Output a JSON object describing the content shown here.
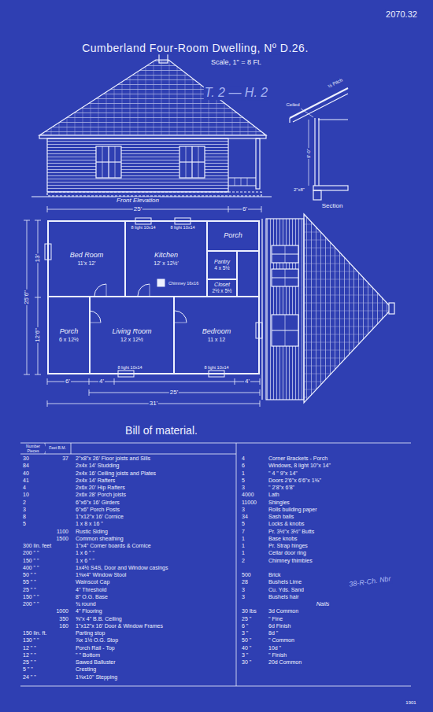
{
  "diagram": {
    "title": "Cumberland Four-Room Dwelling, Nº D.26.",
    "nodes": [
      {
        "text": [
          "Bed Room",
          "11'x 12'"
        ]
      },
      {
        "text": [
          "Kitchen",
          "12' x 12½'"
        ]
      },
      {
        "text": [
          "Porch"
        ]
      },
      {
        "text": [
          "Pantry",
          "4 x 5½"
        ]
      },
      {
        "text": [
          "Closet",
          "2½ x 5½"
        ]
      },
      {
        "text": [
          "Porch",
          "6 x 12½"
        ]
      },
      {
        "text": [
          "Living Room",
          "12 x 12½"
        ]
      },
      {
        "text": [
          "Bedroom",
          "11 x 12"
        ]
      }
    ],
    "labels": [
      "2070.32",
      "T. 2 — H. 2",
      "Scale, 1\" = 8 Ft.",
      "Front Elevation",
      "25'",
      "6'",
      "⅓ Pitch",
      "Ceiled",
      "9'-0\"",
      "2\"x8\"",
      "Section",
      "8 light 10x14",
      "8 light 10x14",
      "Chimney 16x16",
      "8 light 10x14",
      "8 light 10x14",
      "13'",
      "12'6\"",
      "25'6\"",
      "6'",
      "4'",
      "4'",
      "25'",
      "31'",
      "Bill of material.",
      "Number Pieces",
      "Feet B.M.",
      "30",
      "37",
      "2\"x8\"x 26' Floor joists and Sills",
      "84",
      "2x4x 14' Studding",
      "40",
      "2x4x 16' Ceiling joists and Plates",
      "41",
      "2x4x 14' Rafters",
      "4",
      "2x6x 20' Hip Rafters",
      "10",
      "2x6x 28' Porch joists",
      "2",
      "6\"x6\"x 16' Girders",
      "3",
      "6\"x6\" Porch Posts",
      "8",
      "1\"x12\"x 16' Cornice",
      "5",
      "1 x 8 x 16 \"",
      "1100",
      "Rustic Siding",
      "1500",
      "Common sheathing",
      "300 lin. feet",
      "1\"x4\" Corner boards & Cornice",
      "200 \" \"",
      "1 x 6 \" \"",
      "150 \" \"",
      "1 x 6 \" \"",
      "400 \" \"",
      "1x4½ S4S, Door and Window casings",
      "50 \" \"",
      "1⅜x4\" Window Stool",
      "55 \" \"",
      "Wainscot Cap",
      "25 \" \"",
      "4\" Threshold",
      "150 \" \"",
      "8\" O.G. Base",
      "200 \" \"",
      "¾ round",
      "1000",
      "4\" Flooring",
      "350",
      "⅝\"x 4\" B.B. Ceiling",
      "160",
      "1\"x12\"x 16' Door & Window Frames",
      "150 lin. ft.",
      "Parting stop",
      "130 \" \"",
      "⅞x 1½ O.G. Stop",
      "12 \" \"",
      "Porch Rail - Top",
      "12 \" \"",
      "\" \" Bottom",
      "25 \" \"",
      "Sawed Balluster",
      "5 \" \"",
      "Cresting",
      "24 \" \"",
      "1⅜x10\" Stepping",
      "4",
      "Corner Brackets - Porch",
      "6",
      "Windows, 8 light 10\"x 14\"",
      "1",
      "\" 4 \" 9\"x 14\"",
      "5",
      "Doors 2'6\"x 6'6\"x 1⅜\"",
      "3",
      "\" 2'8\"x 6'8\"",
      "4000",
      "Lath",
      "11000",
      "Shingles",
      "3",
      "Rolls building paper",
      "34",
      "Sash balls",
      "5",
      "Locks & knobs",
      "7",
      "Pr. 3½\"x 3½\" Butts",
      "1",
      "Base knobs",
      "1",
      "Pr. Strap hinges",
      "1",
      "Cellar door ring",
      "2",
      "Chimney thimbles",
      "500",
      "Brick",
      "28",
      "Bushels Lime",
      "3",
      "Cu. Yds. Sand",
      "3",
      "Bushels hair",
      "Nails",
      "30 lbs",
      "3d Common",
      "25 \"",
      "\" Fine",
      "6 \"",
      "6d Finish",
      "3 \"",
      "8d \"",
      "50 \"",
      "\" Common",
      "40 \"",
      "10d \"",
      "3 \"",
      "\" Finish",
      "30 \"",
      "20d Common",
      "38-R-Ch. Nbr",
      "1901"
    ]
  }
}
